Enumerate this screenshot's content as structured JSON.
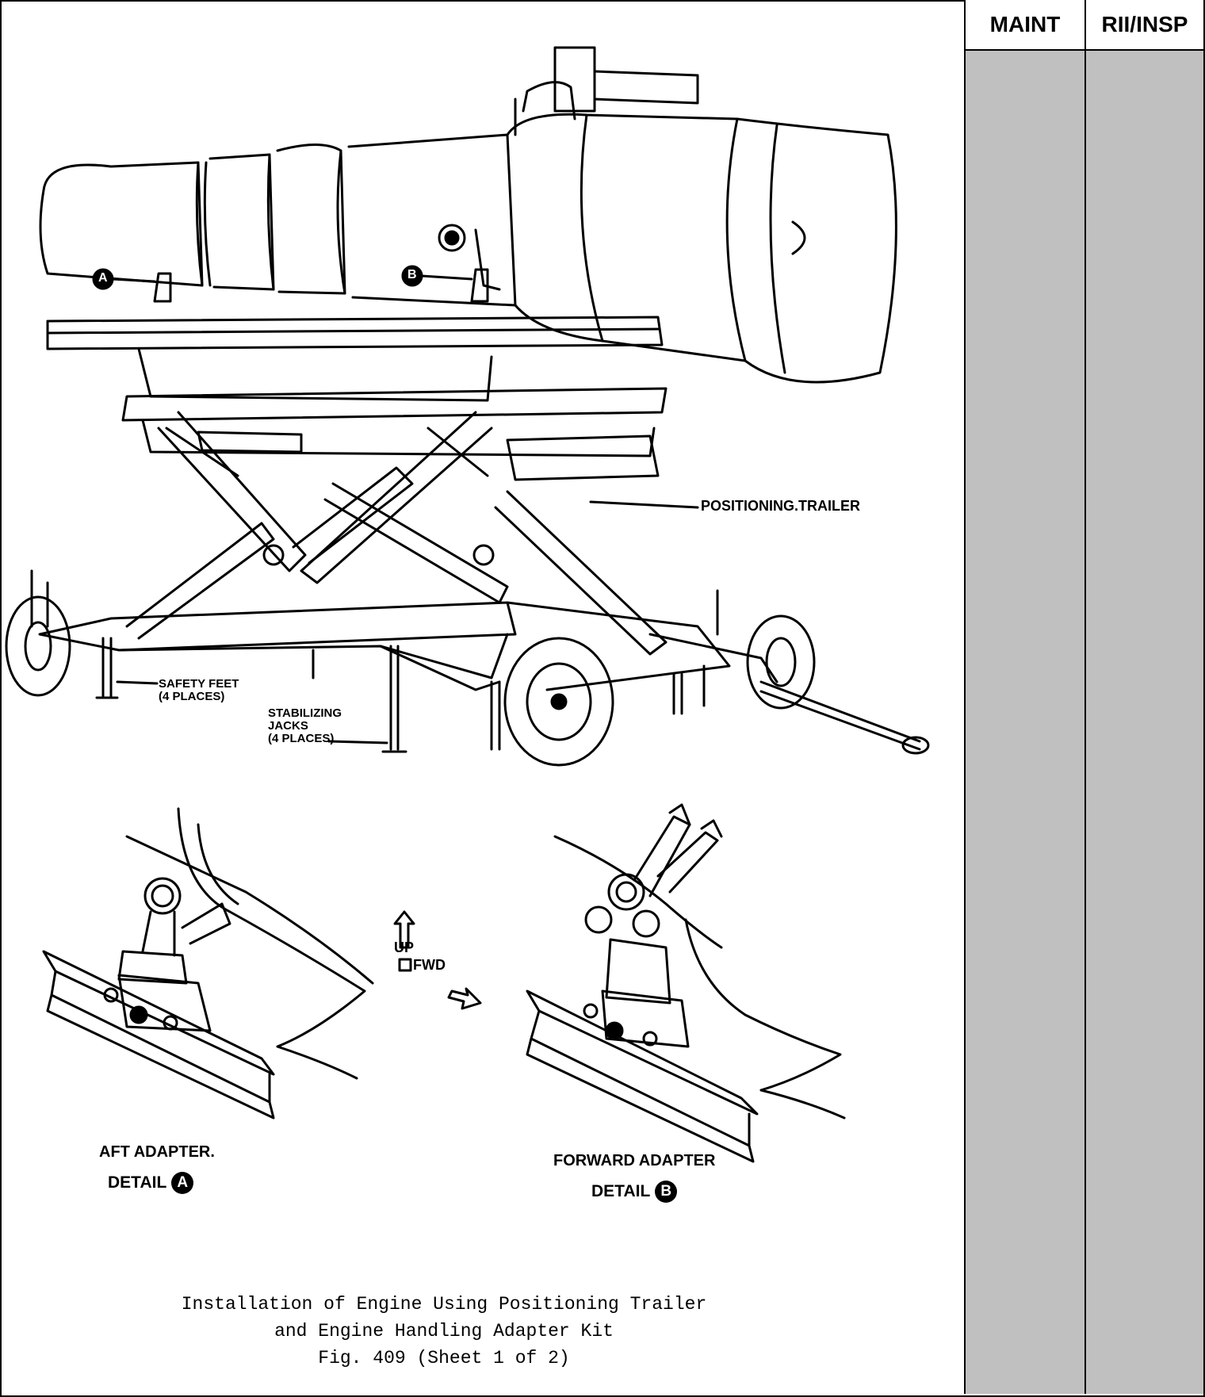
{
  "columns": {
    "maint": "MAINT",
    "rii_insp": "RII/INSP"
  },
  "figure": {
    "callout_a": "A",
    "callout_b": "B",
    "positioning_trailer": "POSITIONING.TRAILER",
    "safety_feet": "SAFETY FEET",
    "safety_feet_places": "(4 PLACES)",
    "stabilizing": "STABILIZING",
    "jacks": "JACKS",
    "jacks_places": "(4 PLACES)",
    "up": "UP",
    "fwd": "FWD",
    "aft_adapter": "AFT ADAPTER.",
    "detail_word_a": "DETAIL",
    "forward_adapter": "FORWARD ADAPTER",
    "detail_word_b": "DETAIL"
  },
  "caption": {
    "line1": "Installation of Engine Using Positioning Trailer",
    "line2": "and Engine Handling Adapter Kit",
    "line3": "Fig. 409 (Sheet 1 of 2)"
  }
}
